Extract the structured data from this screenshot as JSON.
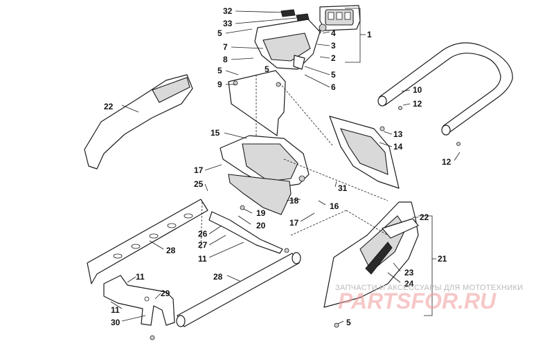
{
  "callouts": {
    "c1": "1",
    "c2": "2",
    "c3": "3",
    "c4": "4",
    "c5a": "5",
    "c5b": "5",
    "c5c": "5",
    "c5d": "5",
    "c5e": "5",
    "c6": "6",
    "c7": "7",
    "c8": "8",
    "c9": "9",
    "c10": "10",
    "c11a": "11",
    "c11b": "11",
    "c11c": "11",
    "c12a": "12",
    "c12b": "12",
    "c13": "13",
    "c14": "14",
    "c15": "15",
    "c16": "16",
    "c17a": "17",
    "c17b": "17",
    "c18": "18",
    "c19": "19",
    "c20": "20",
    "c21": "21",
    "c22a": "22",
    "c22b": "22",
    "c23": "23",
    "c24": "24",
    "c25": "25",
    "c26": "26",
    "c27": "27",
    "c28a": "28",
    "c28b": "28",
    "c29": "29",
    "c30": "30",
    "c31": "31",
    "c32": "32",
    "c33": "33"
  },
  "watermark": {
    "caption": "ЗАПЧАСТИ И АКСЕССУАРЫ ДЛЯ МОТОТЕХНИКИ",
    "logo": "PARTSFOR.RU"
  },
  "colors": {
    "line": "#1a1a1a",
    "watermark_logo": "#ef9a9a",
    "watermark_caption": "#b9b9b9"
  }
}
